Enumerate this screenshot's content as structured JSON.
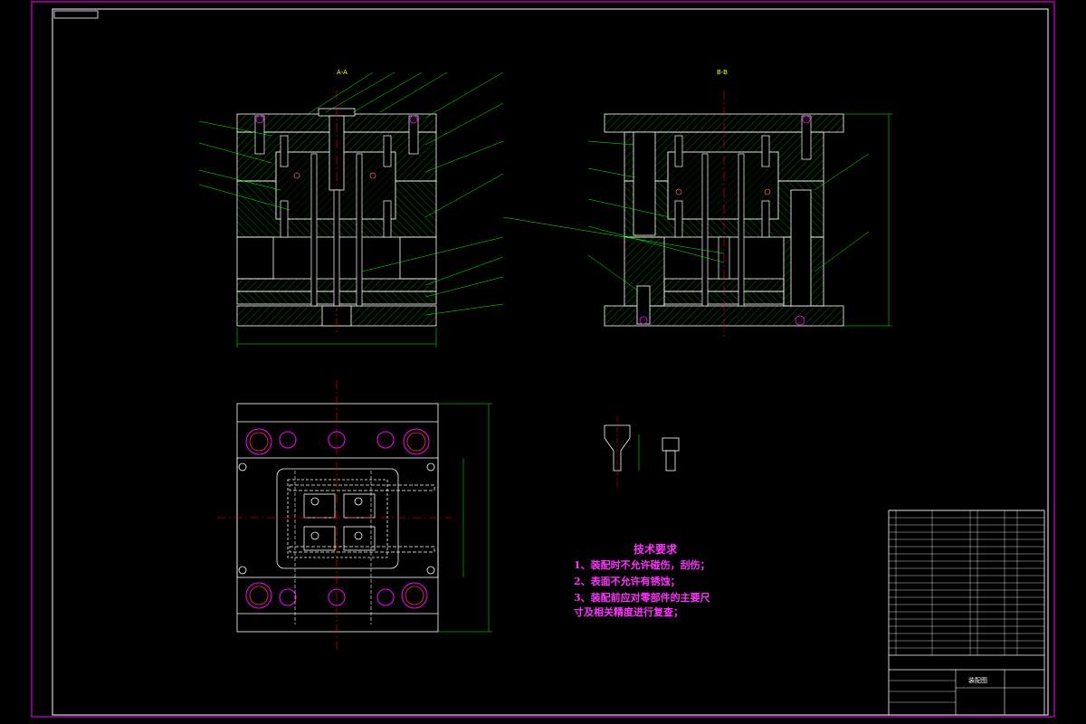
{
  "views": {
    "section_aa": "A-A",
    "section_bb": "B-B"
  },
  "tech_req": {
    "title": "技术要求",
    "lines": [
      "1、装配时不允许碰伤，刮伤；",
      "2、表面不允许有锈蚀；",
      "3、装配前应对零部件的主要尺",
      "寸及相关精度进行复查；"
    ]
  },
  "title_block": {
    "drawing_name": "装配图"
  },
  "colors": {
    "frame": "#ff00ff",
    "outline": "#ffffff",
    "hatch": "#00ff00",
    "center": "#ff0000",
    "dimension": "#00ff00",
    "leader": "#00ff00",
    "label": "#ffff00"
  }
}
